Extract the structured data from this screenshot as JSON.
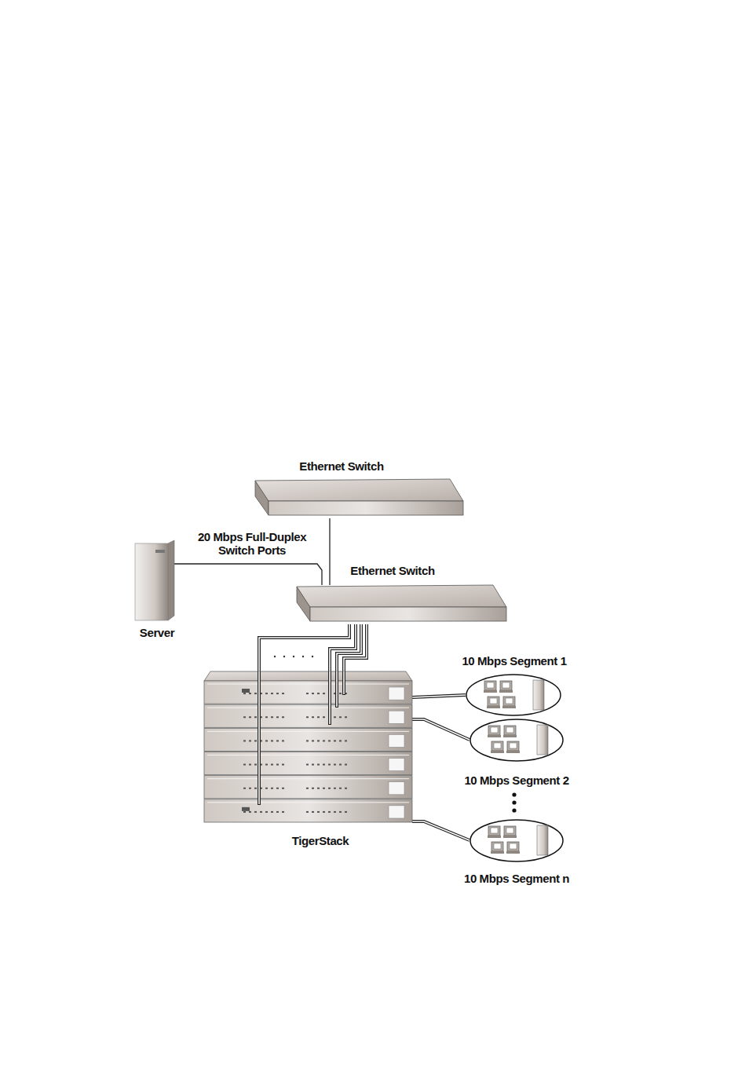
{
  "diagram": {
    "nodes": [
      {
        "text": [
          "Ethernet Switch"
        ]
      },
      {
        "text": [
          "Server"
        ]
      },
      {
        "text": [
          "Ethernet Switch"
        ]
      },
      {
        "text": [
          "TigerStack"
        ]
      },
      {
        "text": [
          "10 Mbps Segment 1"
        ]
      },
      {
        "text": [
          "10 Mbps Segment 2"
        ]
      },
      {
        "text": [
          "10 Mbps Segment n"
        ]
      }
    ],
    "edges": [
      {
        "from": 0,
        "to": 2,
        "arrow": "none"
      },
      {
        "from": 1,
        "to": 2,
        "label": "20 Mbps Full-Duplex Switch Ports",
        "arrow": "none"
      },
      {
        "from": 2,
        "to": 3,
        "arrow": "none"
      },
      {
        "from": 2,
        "to": 3,
        "arrow": "none"
      },
      {
        "from": 2,
        "to": 3,
        "arrow": "none"
      },
      {
        "from": 2,
        "to": 3,
        "arrow": "none"
      },
      {
        "from": 3,
        "to": 4,
        "arrow": "none"
      },
      {
        "from": 3,
        "to": 5,
        "arrow": "none"
      },
      {
        "from": 3,
        "to": 6,
        "arrow": "none"
      }
    ]
  }
}
